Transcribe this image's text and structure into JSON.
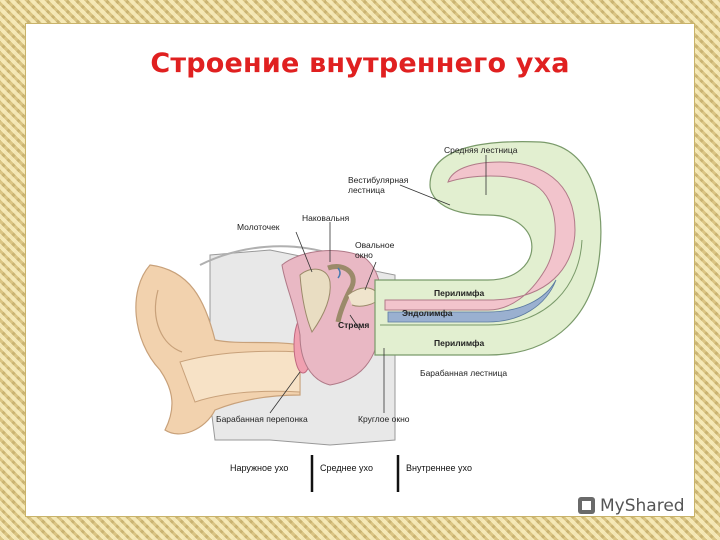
{
  "title": "Строение внутреннего уха",
  "labels": {
    "middle_scala": "Средняя лестница",
    "vestibular_scala_1": "Вестибулярная",
    "vestibular_scala_2": "лестница",
    "incus": "Наковальня",
    "malleus": "Молоточек",
    "oval_window_1": "Овальное",
    "oval_window_2": "окно",
    "perilymph_top": "Перилимфа",
    "endolymph": "Эндолимфа",
    "stapes": "Стремя",
    "perilymph_bottom": "Перилимфа",
    "tympanic_scala": "Барабанная лестница",
    "eardrum": "Барабанная перепонка",
    "round_window": "Круглое окно"
  },
  "legend": {
    "outer": "Наружное ухо",
    "middle": "Среднее ухо",
    "inner": "Внутреннее ухо"
  },
  "logo": "MyShared",
  "colors": {
    "title": "#e02020",
    "skin": "#f2d2ae",
    "bone": "#e6e6e6",
    "cochlea_outer": "#e2efd0",
    "cochlea_mid": "#f2c4cc",
    "endolymph": "#9ab0d0",
    "middle_ear": "#e9b8c4",
    "eardrum": "#f0a0b0"
  }
}
